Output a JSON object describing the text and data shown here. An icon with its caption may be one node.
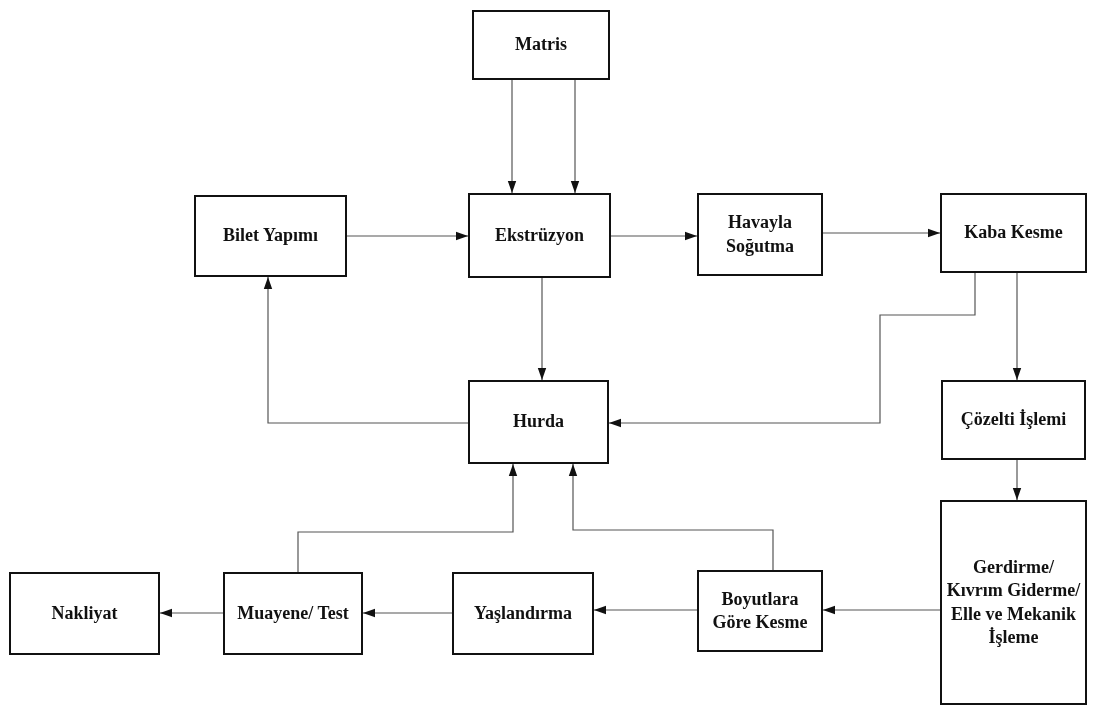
{
  "diagram": {
    "nodes": [
      {
        "text": [
          "Matris"
        ]
      },
      {
        "text": [
          "Bilet Yapımı"
        ]
      },
      {
        "text": [
          "Ekstrüzyon"
        ]
      },
      {
        "text": [
          "Havayla Soğutma"
        ]
      },
      {
        "text": [
          "Kaba Kesme"
        ]
      },
      {
        "text": [
          "Hurda"
        ]
      },
      {
        "text": [
          "Çözelti İşlemi"
        ]
      },
      {
        "text": [
          "Gerdirme/ Kıvrım Giderme/ Elle ve Mekanik İşleme"
        ]
      },
      {
        "text": [
          "Nakliyat"
        ]
      },
      {
        "text": [
          "Muayene/ Test"
        ]
      },
      {
        "text": [
          "Yaşlandırma"
        ]
      },
      {
        "text": [
          "Boyutlara Göre Kesme"
        ]
      }
    ],
    "edges": [
      {
        "from": 0,
        "to": 2,
        "arrow": "to"
      },
      {
        "from": 0,
        "to": 2,
        "arrow": "to"
      },
      {
        "from": 1,
        "to": 2,
        "arrow": "to"
      },
      {
        "from": 2,
        "to": 3,
        "arrow": "to"
      },
      {
        "from": 3,
        "to": 4,
        "arrow": "to"
      },
      {
        "from": 2,
        "to": 5,
        "arrow": "to"
      },
      {
        "from": 4,
        "to": 5,
        "arrow": "to"
      },
      {
        "from": 4,
        "to": 6,
        "arrow": "to"
      },
      {
        "from": 6,
        "to": 7,
        "arrow": "to"
      },
      {
        "from": 7,
        "to": 11,
        "arrow": "to"
      },
      {
        "from": 11,
        "to": 10,
        "arrow": "to"
      },
      {
        "from": 10,
        "to": 9,
        "arrow": "to"
      },
      {
        "from": 9,
        "to": 8,
        "arrow": "to"
      },
      {
        "from": 9,
        "to": 5,
        "arrow": "to"
      },
      {
        "from": 11,
        "to": 5,
        "arrow": "to"
      },
      {
        "from": 5,
        "to": 1,
        "arrow": "to"
      }
    ]
  }
}
